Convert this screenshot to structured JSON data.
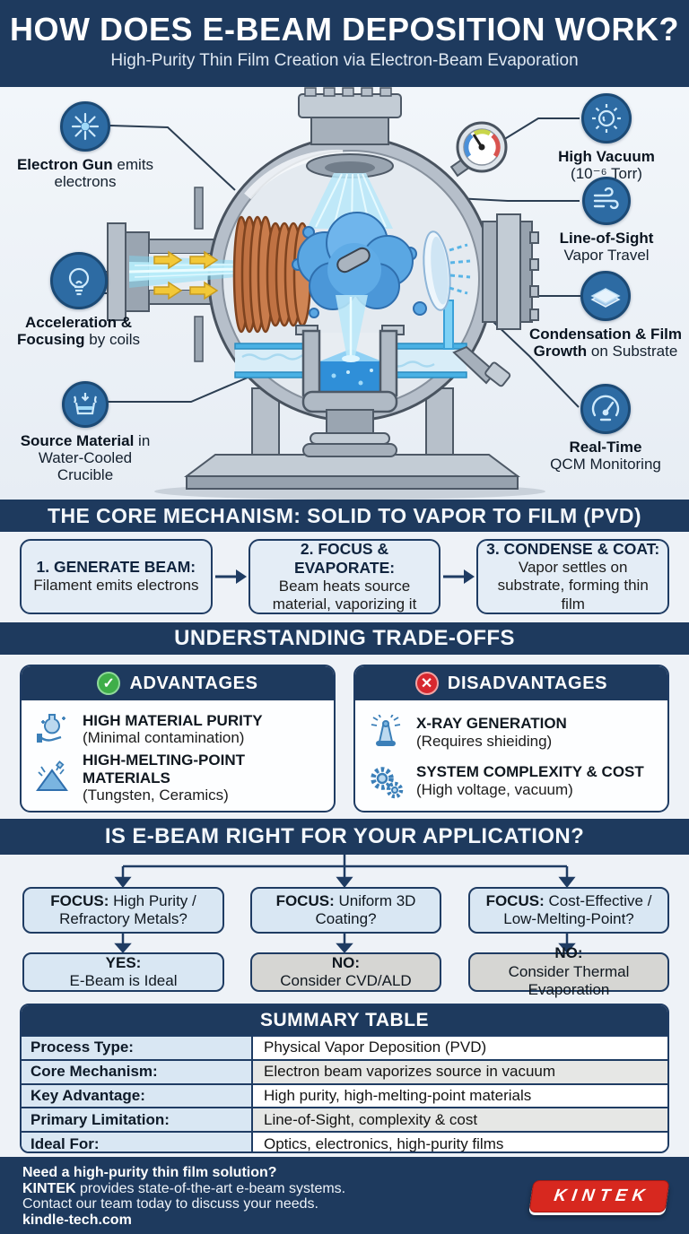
{
  "header": {
    "title": "HOW DOES E-BEAM DEPOSITION WORK?",
    "subtitle": "High-Purity Thin Film Creation via Electron-Beam Evaporation"
  },
  "diagram": {
    "callouts": [
      {
        "bold": "Electron Gun",
        "rest": "emits electrons",
        "icon": "emitter-icon"
      },
      {
        "bold": "Acceleration & Focusing",
        "rest": "by coils",
        "icon": "bulb-icon"
      },
      {
        "bold": "Source Material",
        "rest": "in Water-Cooled Crucible",
        "icon": "crucible-icon"
      },
      {
        "bold": "High Vacuum",
        "rest": "(10⁻⁶ Torr)",
        "icon": "vacuum-sun-icon"
      },
      {
        "bold": "Line-of-Sight",
        "rest": "Vapor Travel",
        "icon": "wind-icon"
      },
      {
        "bold": "Condensation & Film Growth",
        "rest": "on Substrate",
        "icon": "layers-icon"
      },
      {
        "bold": "Real-Time",
        "rest": "QCM Monitoring",
        "icon": "gauge-icon"
      }
    ]
  },
  "mechanism": {
    "banner": "THE CORE MECHANISM: SOLID TO VAPOR TO FILM (PVD)",
    "steps": [
      {
        "title": "1. GENERATE BEAM:",
        "desc": "Filament emits electrons"
      },
      {
        "title": "2. FOCUS & EVAPORATE:",
        "desc": "Beam heats source material, vaporizing it"
      },
      {
        "title": "3. CONDENSE & COAT:",
        "desc": "Vapor settles on substrate, forming thin film"
      }
    ]
  },
  "tradeoffs": {
    "banner": "UNDERSTANDING TRADE-OFFS",
    "advantages": {
      "title": "ADVANTAGES",
      "badge": "✓",
      "items": [
        {
          "title": "HIGH MATERIAL PURITY",
          "desc": "(Minimal contamination)",
          "icon": "flask-hand-icon"
        },
        {
          "title": "HIGH-MELTING-POINT MATERIALS",
          "desc": "(Tungsten, Ceramics)",
          "icon": "melting-mound-icon"
        }
      ]
    },
    "disadvantages": {
      "title": "DISADVANTAGES",
      "badge": "✕",
      "items": [
        {
          "title": "X-RAY GENERATION",
          "desc": "(Requires shieiding)",
          "icon": "xray-beacon-icon"
        },
        {
          "title": "SYSTEM COMPLEXITY & COST",
          "desc": "(High voltage, vacuum)",
          "icon": "gears-icon"
        }
      ]
    }
  },
  "application": {
    "banner": "IS E-BEAM RIGHT FOR YOUR APPLICATION?",
    "columns": [
      {
        "q_bold": "FOCUS:",
        "q_rest": "High Purity / Refractory Metals?",
        "a_bold": "YES:",
        "a_rest": "E-Beam is Ideal",
        "ideal": "yes"
      },
      {
        "q_bold": "FOCUS:",
        "q_rest": "Uniform 3D Coating?",
        "a_bold": "NO:",
        "a_rest": "Consider CVD/ALD",
        "ideal": "no"
      },
      {
        "q_bold": "FOCUS:",
        "q_rest": "Cost-Effective / Low-Melting-Point?",
        "a_bold": "NO:",
        "a_rest": "Consider Thermal Evaporation",
        "ideal": "no"
      }
    ]
  },
  "summary": {
    "title": "SUMMARY TABLE",
    "rows": [
      {
        "label": "Process Type:",
        "value": "Physical Vapor Deposition (PVD)"
      },
      {
        "label": "Core Mechanism:",
        "value": "Electron beam vaporizes source in vacuum"
      },
      {
        "label": "Key Advantage:",
        "value": "High purity, high-melting-point materials"
      },
      {
        "label": "Primary Limitation:",
        "value": "Line-of-Sight, complexity & cost"
      },
      {
        "label": "Ideal For:",
        "value": "Optics, electronics, high-purity films"
      }
    ]
  },
  "footer": {
    "line1": "Need a high-purity thin film solution?",
    "line2_bold": "KINTEK",
    "line2_rest": " provides state-of-the-art e-beam systems.",
    "line3": "Contact our team today to discuss your needs.",
    "line4": "kindle-tech.com",
    "logo": "KINTEK"
  },
  "colors": {
    "navy": "#1e3a5e",
    "light_blue_box": "#d9e7f3",
    "green": "#3fae49",
    "red": "#d7282f",
    "logo_red": "#d7281f",
    "beam_cyan": "#49c8f0",
    "coil_copper": "#c07243"
  }
}
